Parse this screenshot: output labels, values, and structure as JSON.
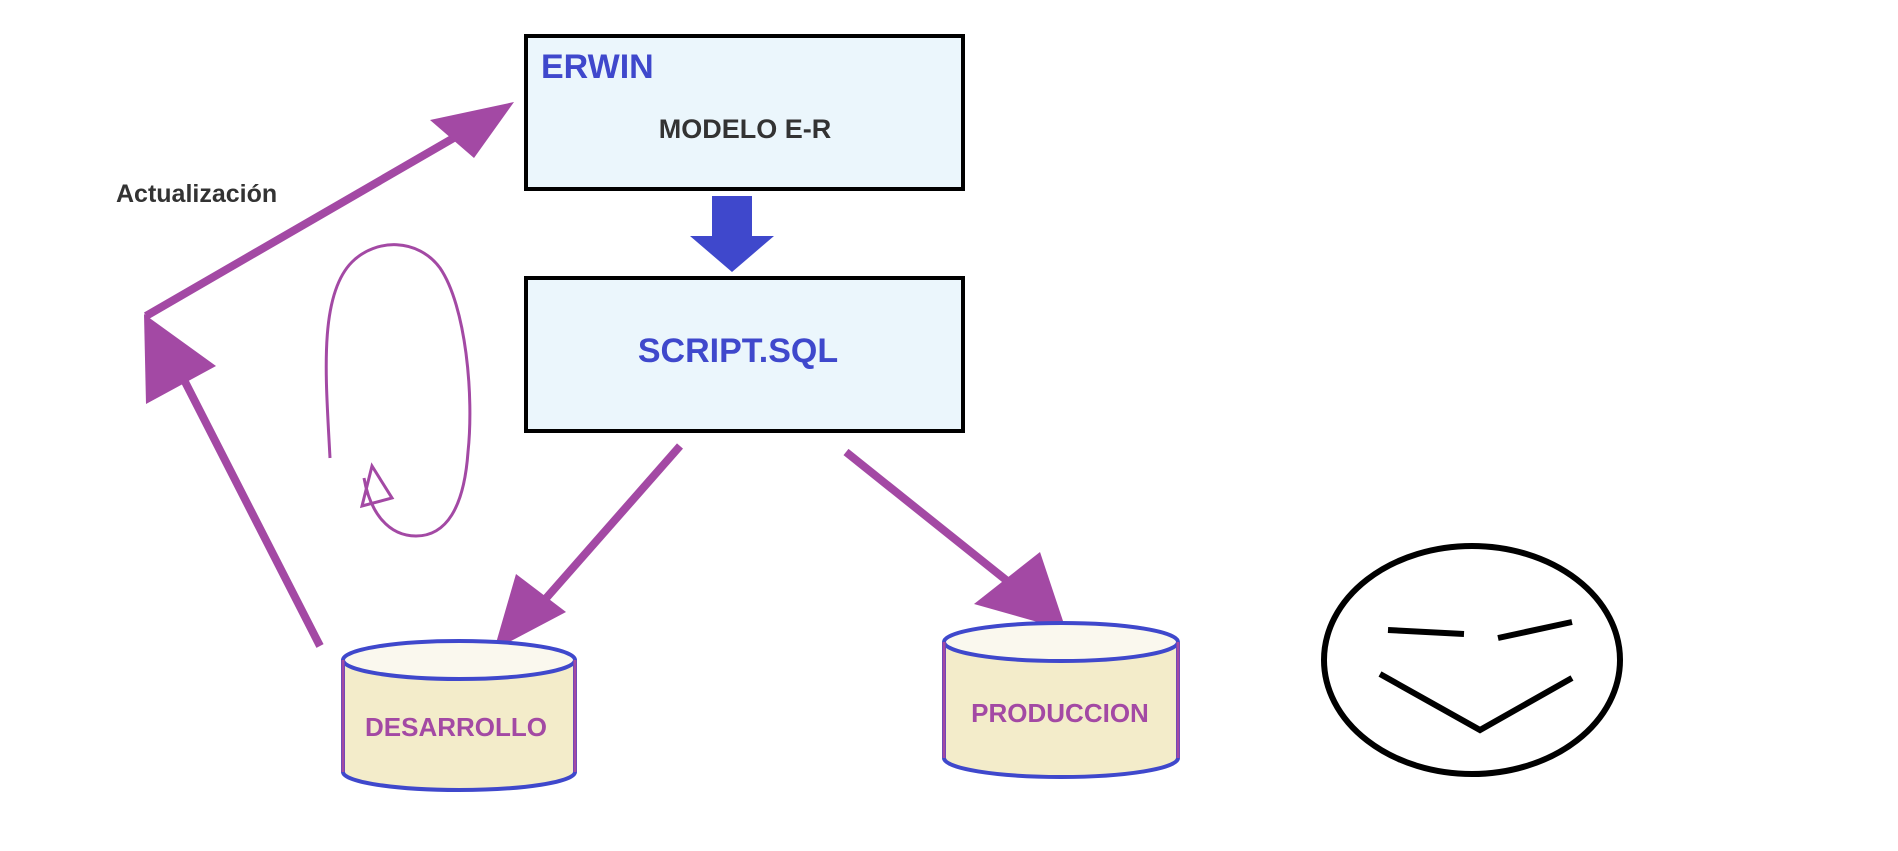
{
  "boxes": {
    "erwin": {
      "title": "ERWIN",
      "subtitle": "MODELO E-R"
    },
    "script": {
      "title": "SCRIPT.SQL"
    }
  },
  "databases": {
    "desarrollo": {
      "label": "DESARROLLO"
    },
    "produccion": {
      "label": "PRODUCCION"
    }
  },
  "annotation": {
    "update_label": "Actualización"
  },
  "colors": {
    "box_fill": "#ebf6fc",
    "box_border": "#000000",
    "blue_text": "#3f48cc",
    "purple": "#a349a4",
    "dark_text": "#333333",
    "db_fill": "#f3ecca",
    "db_top": "#faf8ee",
    "db_border": "#3f48cc",
    "face": "#000000"
  },
  "icons": {
    "down_arrow": "down-arrow-icon",
    "cycle": "cycle-icon",
    "face": "smiley-face-icon"
  }
}
